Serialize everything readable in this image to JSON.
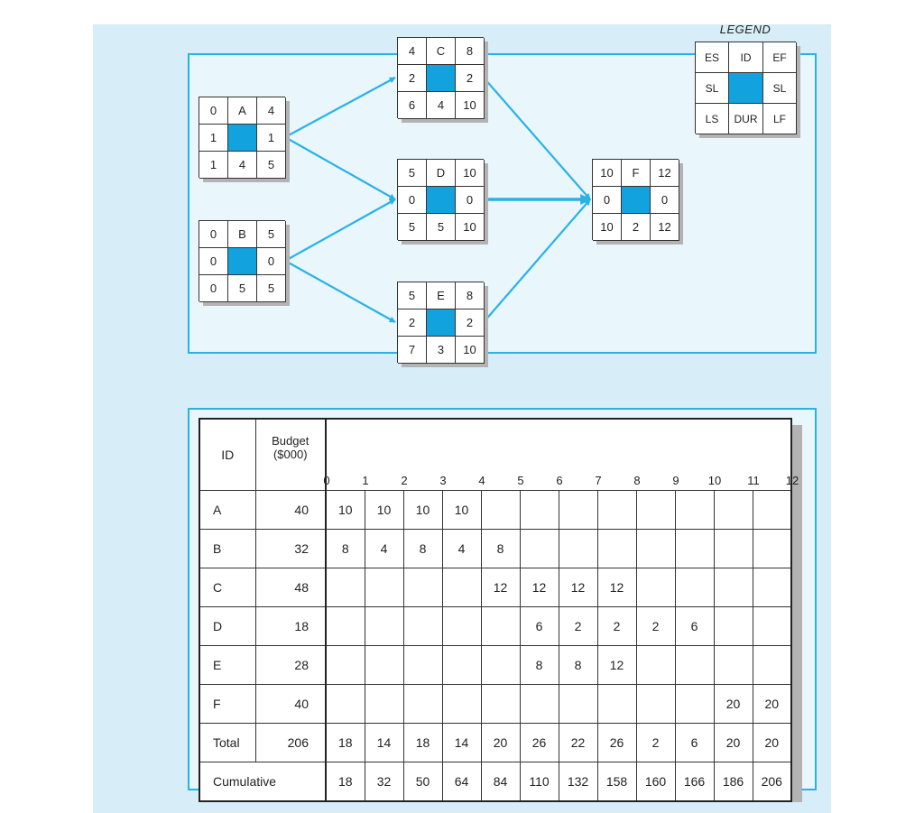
{
  "legend": {
    "title": "LEGEND",
    "cells": [
      "ES",
      "ID",
      "EF",
      "SL",
      "",
      "SL",
      "LS",
      "DUR",
      "LF"
    ]
  },
  "nodes": [
    {
      "id": "A",
      "es": "0",
      "ef": "4",
      "sl_left": "1",
      "sl_right": "1",
      "ls": "1",
      "dur": "4",
      "lf": "5"
    },
    {
      "id": "B",
      "es": "0",
      "ef": "5",
      "sl_left": "0",
      "sl_right": "0",
      "ls": "0",
      "dur": "5",
      "lf": "5"
    },
    {
      "id": "C",
      "es": "4",
      "ef": "8",
      "sl_left": "2",
      "sl_right": "2",
      "ls": "6",
      "dur": "4",
      "lf": "10"
    },
    {
      "id": "D",
      "es": "5",
      "ef": "10",
      "sl_left": "0",
      "sl_right": "0",
      "ls": "5",
      "dur": "5",
      "lf": "10"
    },
    {
      "id": "E",
      "es": "5",
      "ef": "8",
      "sl_left": "2",
      "sl_right": "2",
      "ls": "7",
      "dur": "3",
      "lf": "10"
    },
    {
      "id": "F",
      "es": "10",
      "ef": "12",
      "sl_left": "0",
      "sl_right": "0",
      "ls": "10",
      "dur": "2",
      "lf": "12"
    }
  ],
  "edges": [
    {
      "from": "A",
      "to": "C"
    },
    {
      "from": "A",
      "to": "D"
    },
    {
      "from": "B",
      "to": "D"
    },
    {
      "from": "B",
      "to": "E"
    },
    {
      "from": "C",
      "to": "F"
    },
    {
      "from": "D",
      "to": "F",
      "critical": true
    },
    {
      "from": "E",
      "to": "F"
    }
  ],
  "colors": {
    "accent": "#29b2e6",
    "arrow": "#29b2e6",
    "node_center": "#12a3df"
  },
  "table": {
    "id_header": "ID",
    "budget_header_line1": "Budget",
    "budget_header_line2": "($000)",
    "ticks": [
      "0",
      "1",
      "2",
      "3",
      "4",
      "5",
      "6",
      "7",
      "8",
      "9",
      "10",
      "11",
      "12"
    ],
    "rows": [
      {
        "id": "A",
        "budget": "40",
        "cells": [
          "10",
          "10",
          "10",
          "10",
          "",
          "",
          "",
          "",
          "",
          "",
          "",
          ""
        ]
      },
      {
        "id": "B",
        "budget": "32",
        "cells": [
          "8",
          "4",
          "8",
          "4",
          "8",
          "",
          "",
          "",
          "",
          "",
          "",
          ""
        ]
      },
      {
        "id": "C",
        "budget": "48",
        "cells": [
          "",
          "",
          "",
          "",
          "12",
          "12",
          "12",
          "12",
          "",
          "",
          "",
          ""
        ]
      },
      {
        "id": "D",
        "budget": "18",
        "cells": [
          "",
          "",
          "",
          "",
          "",
          "6",
          "2",
          "2",
          "2",
          "6",
          "",
          ""
        ]
      },
      {
        "id": "E",
        "budget": "28",
        "cells": [
          "",
          "",
          "",
          "",
          "",
          "8",
          "8",
          "12",
          "",
          "",
          "",
          ""
        ]
      },
      {
        "id": "F",
        "budget": "40",
        "cells": [
          "",
          "",
          "",
          "",
          "",
          "",
          "",
          "",
          "",
          "",
          "20",
          "20"
        ]
      },
      {
        "id": "Total",
        "budget": "206",
        "cells": [
          "18",
          "14",
          "18",
          "14",
          "20",
          "26",
          "22",
          "26",
          "2",
          "6",
          "20",
          "20"
        ]
      }
    ],
    "cumulative": {
      "label": "Cumulative",
      "cells": [
        "18",
        "32",
        "50",
        "64",
        "84",
        "110",
        "132",
        "158",
        "160",
        "166",
        "186",
        "206"
      ]
    }
  }
}
